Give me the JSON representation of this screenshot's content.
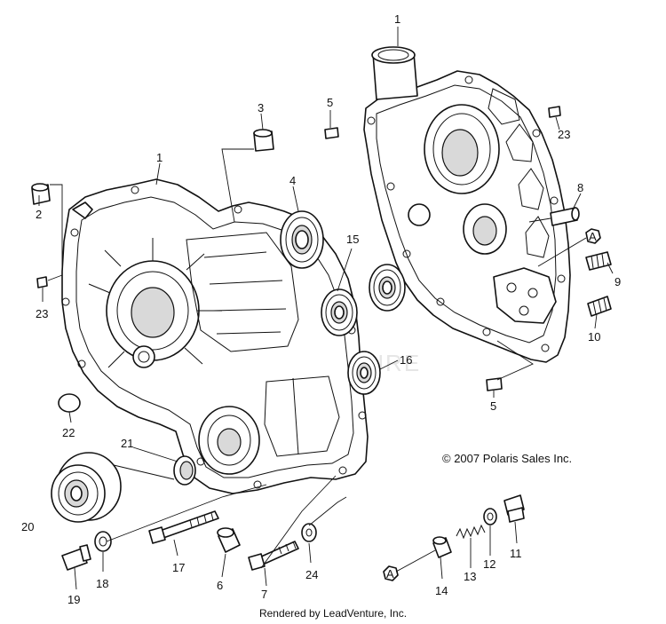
{
  "copyright": "© 2007  Polaris Sales Inc.",
  "credit": "Rendered by LeadVenture, Inc.",
  "watermark": "LEADVENTURE",
  "callouts": {
    "c1a": "1",
    "c1b": "1",
    "c2": "2",
    "c3": "3",
    "c4": "4",
    "c5a": "5",
    "c5b": "5",
    "c6": "6",
    "c7": "7",
    "c8": "8",
    "c9": "9",
    "c10": "10",
    "c11": "11",
    "c12": "12",
    "c13": "13",
    "c14": "14",
    "c15": "15",
    "c16": "16",
    "c17": "17",
    "c18": "18",
    "c19": "19",
    "c20": "20",
    "c21": "21",
    "c22": "22",
    "c23a": "23",
    "c23b": "23",
    "c24": "24"
  },
  "markers": {
    "ref_a": "A"
  }
}
